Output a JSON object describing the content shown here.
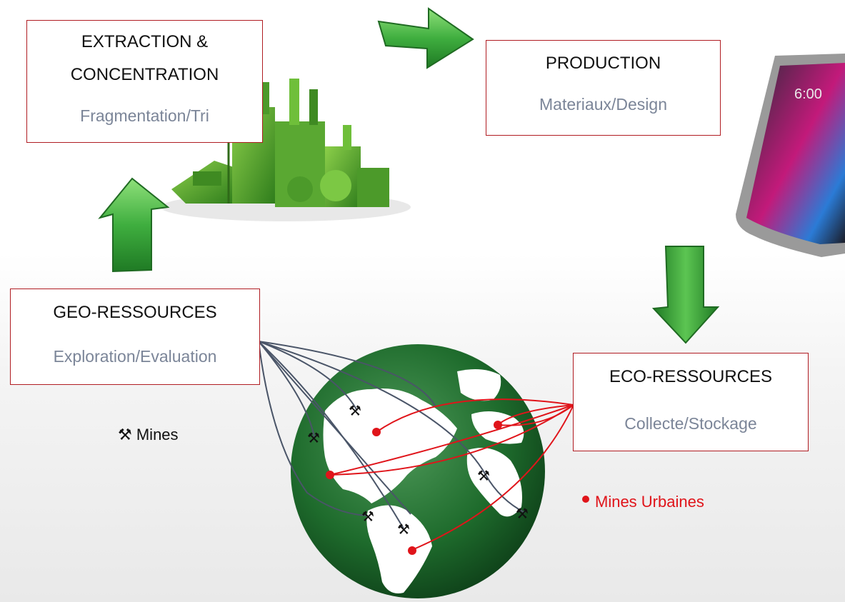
{
  "boxes": {
    "extraction": {
      "title_line1": "EXTRACTION &",
      "title_line2": "CONCENTRATION",
      "subtitle": "Fragmentation/Tri"
    },
    "production": {
      "title": "PRODUCTION",
      "subtitle": "Materiaux/Design"
    },
    "geo": {
      "title": "GEO-RESSOURCES",
      "subtitle": "Exploration/Evaluation"
    },
    "eco": {
      "title": "ECO-RESSOURCES",
      "subtitle": "Collecte/Stockage"
    }
  },
  "legend": {
    "mines_icon": "⚒",
    "mines_label": "Mines",
    "urban_label": "Mines Urbaines"
  },
  "phone": {
    "clock": "6:00"
  },
  "colors": {
    "border": "#b01c22",
    "arrow": "#3fae3f",
    "urban": "#e0141a",
    "mine_line": "#4a5568",
    "globe": "#1e6b2c"
  },
  "icons": [
    "factory-illustration",
    "smartphone-illustration",
    "globe-illustration",
    "pickaxe-icon"
  ]
}
